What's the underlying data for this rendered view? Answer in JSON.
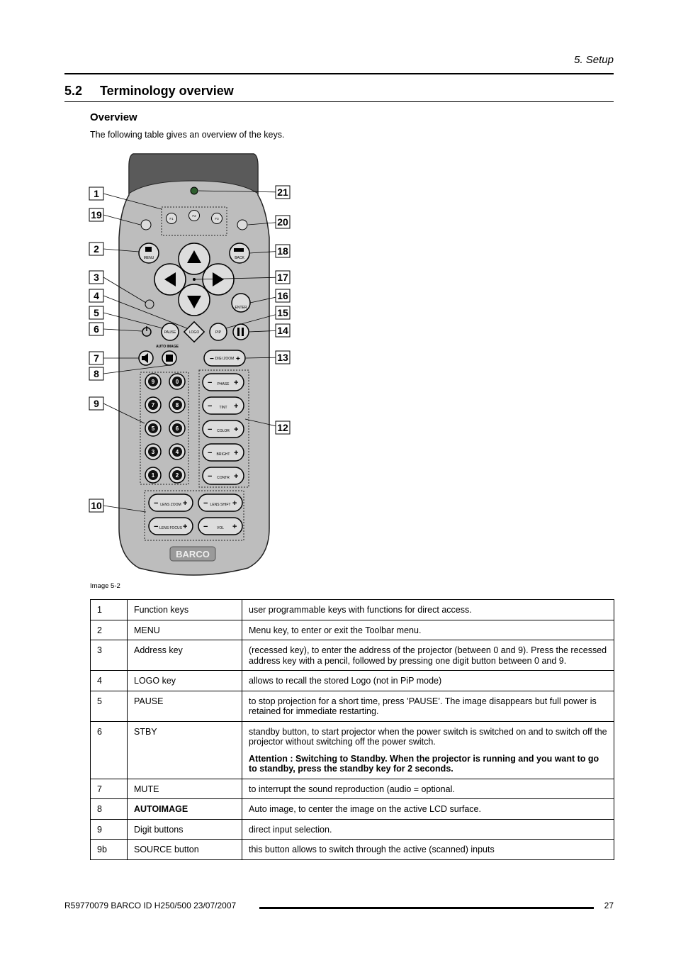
{
  "header": {
    "chapter": "5. Setup"
  },
  "section": {
    "number": "5.2",
    "title": "Terminology overview"
  },
  "subheading": "Overview",
  "intro": "The following table gives an overview of the keys.",
  "figure": {
    "caption": "Image 5-2",
    "callouts_left": [
      "1",
      "19",
      "2",
      "3",
      "4",
      "5",
      "6",
      "7",
      "8",
      "9",
      "10"
    ],
    "callouts_right": [
      "21",
      "20",
      "18",
      "17",
      "16",
      "15",
      "14",
      "13",
      "12"
    ],
    "button_labels": {
      "menu": "MENU",
      "back": "BACK",
      "enter": "ENTER",
      "pause": "PAUSE",
      "logo": "LOGO",
      "pip": "PIP",
      "auto_image": "AUTO IMAGE",
      "digi_zoom": "DIGI ZOOM",
      "phase": "PHASE",
      "tint": "TINT",
      "color": "COLOR",
      "bright": "BRIGHT",
      "contr": "CONTR",
      "lens_zoom": "LENS ZOOM",
      "lens_shift": "LENS SHIFT",
      "lens_focus": "LENS FOCUS",
      "vol": "VOL",
      "brand": "BARCO",
      "f1": "F1",
      "f2": "F2",
      "f3": "F3"
    },
    "digits": [
      "9",
      "0",
      "7",
      "8",
      "5",
      "6",
      "3",
      "4",
      "1",
      "2"
    ]
  },
  "table": {
    "rows": [
      {
        "num": "1",
        "name": "Function keys",
        "desc": "user programmable keys with functions for direct access."
      },
      {
        "num": "2",
        "name": "MENU",
        "desc": "Menu key, to enter or exit the Toolbar menu."
      },
      {
        "num": "3",
        "name": "Address key",
        "desc": "(recessed key), to enter the address of the projector (between 0 and 9). Press the recessed address key with a pencil, followed by pressing one digit button between 0 and 9."
      },
      {
        "num": "4",
        "name": "LOGO key",
        "desc": "allows to recall the stored Logo (not in PiP mode)"
      },
      {
        "num": "5",
        "name": "PAUSE",
        "desc": "to stop projection for a short time, press ’PAUSE’. The image disappears but full power is retained for immediate restarting."
      },
      {
        "num": "6",
        "name": "STBY",
        "desc": "standby button, to start projector when the power switch is switched on and to switch off the projector without switching off the power switch.",
        "attention": "Attention : Switching to Standby. When the projector is running and you want to go to standby, press the standby key for 2 seconds."
      },
      {
        "num": "7",
        "name": "MUTE",
        "desc": "to interrupt the sound reproduction (audio = optional."
      },
      {
        "num": "8",
        "name": "AUTOIMAGE",
        "desc": "Auto image, to center the image on the active LCD surface."
      },
      {
        "num": "9",
        "name": "Digit buttons",
        "desc": "direct input selection."
      },
      {
        "num": "9b",
        "name": "SOURCE button",
        "desc": "this button allows to switch through the active (scanned) inputs"
      }
    ]
  },
  "footer": {
    "doc": "R59770079  BARCO ID H250/500  23/07/2007",
    "page": "27"
  }
}
